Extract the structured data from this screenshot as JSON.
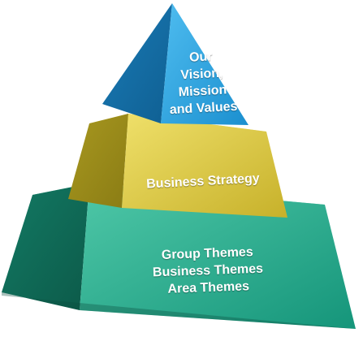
{
  "pyramid": {
    "tiers": [
      {
        "id": "top",
        "lines": [
          "Our",
          "Vision,",
          "Mission",
          "and Values"
        ],
        "color": "#2a9fd8"
      },
      {
        "id": "middle",
        "lines": [
          "Business Strategy"
        ],
        "color": "#d6c33a"
      },
      {
        "id": "bottom",
        "lines": [
          "Group Themes",
          "Business Themes",
          "Area Themes"
        ],
        "color": "#22a586"
      }
    ]
  }
}
